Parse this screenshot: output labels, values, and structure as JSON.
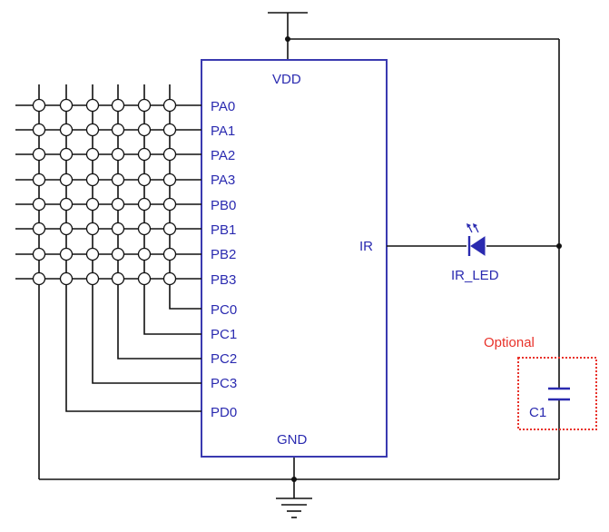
{
  "chip": {
    "supply_label": "VDD",
    "ground_label": "GND",
    "output_label": "IR",
    "left_pins": [
      "PA0",
      "PA1",
      "PA2",
      "PA3",
      "PB0",
      "PB1",
      "PB2",
      "PB3",
      "PC0",
      "PC1",
      "PC2",
      "PC3",
      "PD0"
    ]
  },
  "led": {
    "label": "IR_LED"
  },
  "capacitor": {
    "label": "C1",
    "note": "Optional"
  },
  "colors": {
    "wire": "#111111",
    "chip": "#3a3ab0",
    "text": "#2a2ab0",
    "optional": "#e8322a"
  }
}
